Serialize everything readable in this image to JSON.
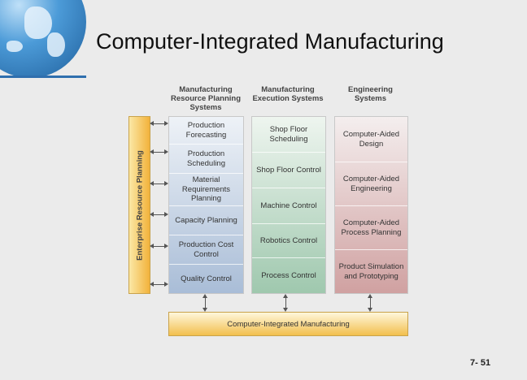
{
  "title": "Computer-Integrated Manufacturing",
  "slide_number": "7- 51",
  "columns": [
    {
      "heading": "Manufacturing Resource Planning Systems",
      "items": [
        "Production Forecasting",
        "Production Scheduling",
        "Material Requirements Planning",
        "Capacity Planning",
        "Production Cost Control",
        "Quality Control"
      ]
    },
    {
      "heading": "Manufacturing Execution Systems",
      "items": [
        "Shop Floor Scheduling",
        "Shop Floor Control",
        "Machine Control",
        "Robotics Control",
        "Process Control"
      ]
    },
    {
      "heading": "Engineering Systems",
      "items": [
        "Computer-Aided Design",
        "Computer-Aided Engineering",
        "Computer-Aided Process Planning",
        "Product Simulation and Prototyping"
      ]
    }
  ],
  "side_bar": "Enterprise Resource Planning",
  "bottom_bar": "Computer-Integrated Manufacturing",
  "colors": {
    "mrp_column": "#a9bdd7",
    "mes_column": "#9fc8ae",
    "eng_column": "#d0a1a1",
    "erp_bar": "#f2b23b",
    "cim_bar": "#f2bf4d",
    "title_rule": "#2f6fae"
  }
}
